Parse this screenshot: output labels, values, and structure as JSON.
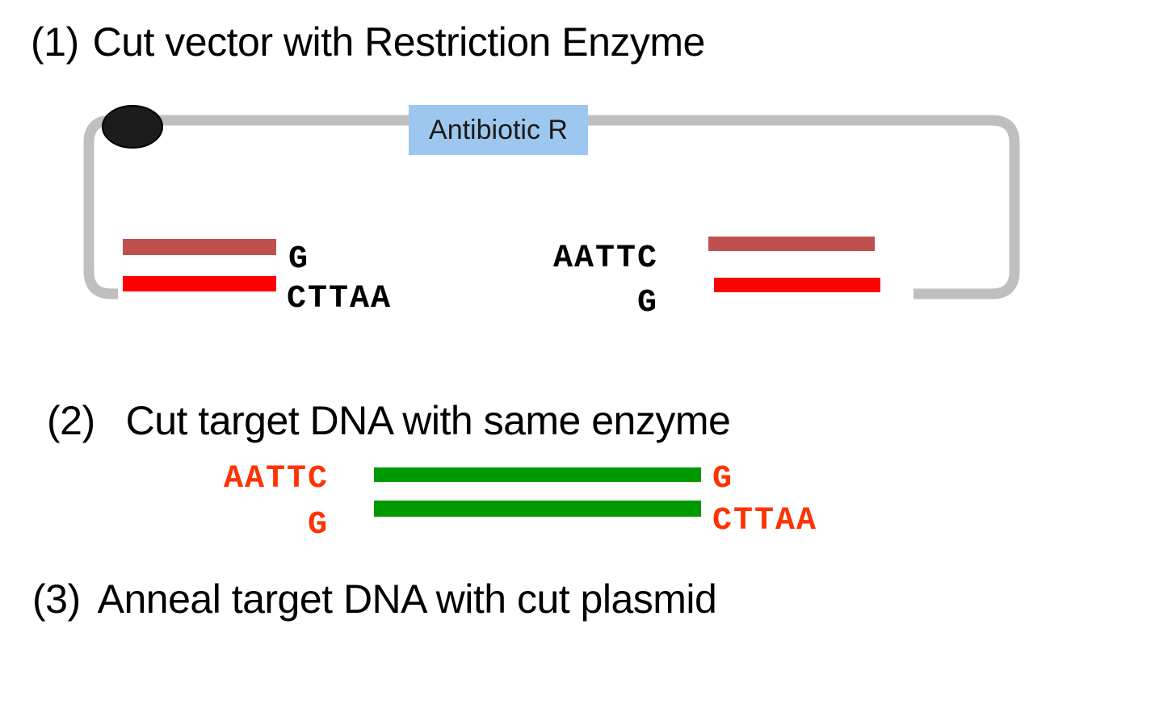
{
  "headings": {
    "step1": {
      "number": "(1)",
      "text": "Cut vector with Restriction Enzyme"
    },
    "step2": {
      "number": "(2)",
      "text": "Cut target DNA with same enzyme"
    },
    "step3": {
      "number": "(3)",
      "text": "Anneal target DNA with cut plasmid"
    }
  },
  "plasmid": {
    "label": "Antibiotic R",
    "left_cut_end": {
      "top_overhang": "G",
      "bottom_overhang": "CTTAA"
    },
    "right_cut_end": {
      "top_overhang": "AATTC",
      "bottom_overhang": "G"
    }
  },
  "target_dna": {
    "left_end": {
      "top_overhang": "AATTC",
      "bottom_overhang": "G"
    },
    "right_end": {
      "top_overhang": "G",
      "bottom_overhang": "CTTAA"
    }
  },
  "colors": {
    "backbone_gray": "#BFBFBF",
    "origin_black": "#1C1C1C",
    "antibiotic_box_blue": "#9DC7EF",
    "vector_strand_dark_red": "#C0504D",
    "vector_strand_red": "#FF0000",
    "target_strand_green": "#009A00",
    "overhang_text_orange": "#FF3300"
  }
}
